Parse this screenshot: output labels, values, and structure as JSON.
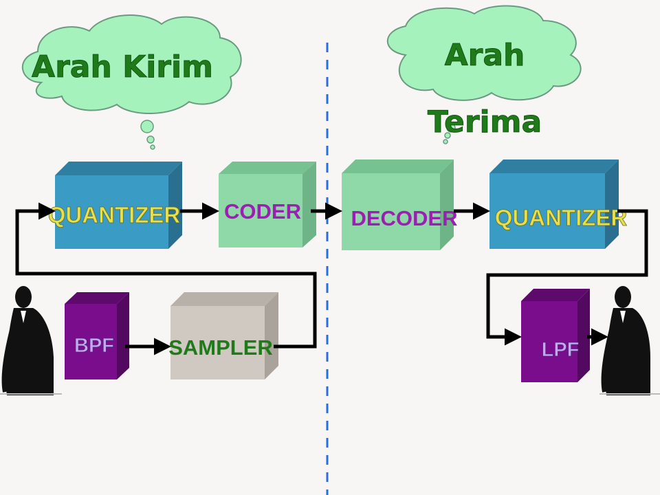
{
  "clouds": {
    "send_label": "Arah Kirim",
    "receive_label_line1": "Arah",
    "receive_label_line2": "Terima"
  },
  "blocks": {
    "quantizer_tx": "QUANTIZER",
    "coder": "CODER",
    "bpf": "BPF",
    "sampler": "SAMPLER",
    "decoder": "DECODER",
    "quantizer_rx": "QUANTIZER",
    "lpf": "LPF"
  },
  "colors": {
    "background": "#f7f6f5",
    "cloud_fill": "#a6f2bd",
    "cloud_text": "#1f7a1a",
    "blue_block": "#3a9cc4",
    "green_block": "#8fd9a8",
    "purple_block": "#7a0d8c",
    "gray_block": "#cfc9c2",
    "label_yellow": "#e6e04a",
    "label_purple": "#9b1fb0",
    "label_green": "#1f7a1a",
    "label_lilac": "#c7a8f0",
    "divider": "#2a6de0",
    "arrow": "#000000"
  }
}
